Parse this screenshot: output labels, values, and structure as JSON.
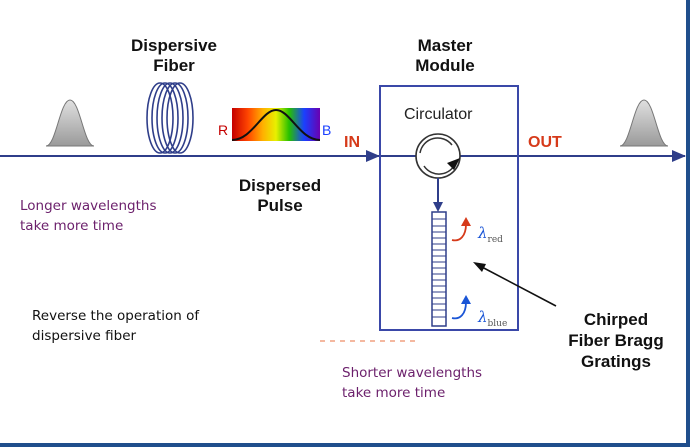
{
  "labels": {
    "dispersive_fiber": [
      "Dispersive",
      "Fiber"
    ],
    "master_module": [
      "Master",
      "Module"
    ],
    "circulator": "Circulator",
    "in": "IN",
    "out": "OUT",
    "r": "R",
    "b": "B",
    "dispersed_pulse": [
      "Dispersed",
      "Pulse"
    ],
    "lambda_red": {
      "symbol": "λ",
      "sub": "red"
    },
    "lambda_blue": {
      "symbol": "λ",
      "sub": "blue"
    },
    "chirped": [
      "Chirped",
      "Fiber Bragg",
      "Gratings"
    ]
  },
  "notes": {
    "longer": [
      "Longer wavelengths",
      "take more time"
    ],
    "reverse": [
      "Reverse the operation of",
      "dispersive fiber"
    ],
    "shorter": [
      "Shorter wavelengths",
      "take more time"
    ]
  },
  "colors": {
    "line": "#2f3e8a",
    "module_border": "#3a48a8",
    "accent_red": "#d63a1a",
    "note_purple": "#6b1f6b"
  }
}
